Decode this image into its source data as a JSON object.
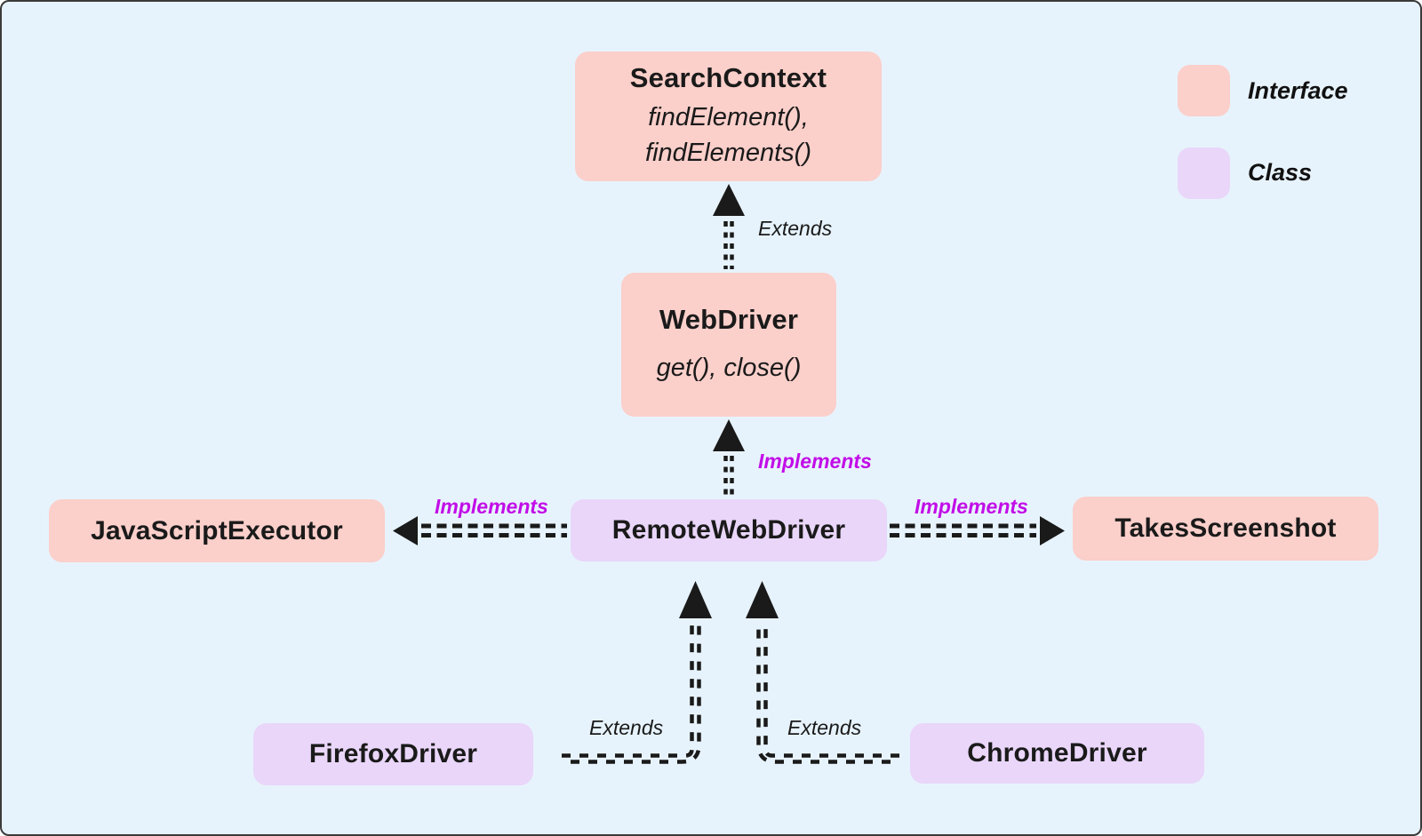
{
  "diagram": {
    "nodes": {
      "search_context": {
        "title": "SearchContext",
        "methods": [
          "findElement(),",
          "findElements()"
        ],
        "kind": "interface"
      },
      "web_driver": {
        "title": "WebDriver",
        "methods": [
          "get(), close()"
        ],
        "kind": "interface"
      },
      "javascript_executor": {
        "title": "JavaScriptExecutor",
        "kind": "interface"
      },
      "remote_web_driver": {
        "title": "RemoteWebDriver",
        "kind": "class"
      },
      "takes_screenshot": {
        "title": "TakesScreenshot",
        "kind": "interface"
      },
      "firefox_driver": {
        "title": "FirefoxDriver",
        "kind": "class"
      },
      "chrome_driver": {
        "title": "ChromeDriver",
        "kind": "class"
      }
    },
    "edge_labels": {
      "extends_top": "Extends",
      "implements_top": "Implements",
      "implements_left": "Implements",
      "implements_right": "Implements",
      "extends_firefox": "Extends",
      "extends_chrome": "Extends"
    }
  },
  "legend": {
    "interface_label": "Interface",
    "class_label": "Class"
  },
  "colors": {
    "background": "#e7f3fc",
    "interface_fill": "#fbcfca",
    "class_fill": "#e9d6f9",
    "implements_label": "#c20de8",
    "line": "#1a1a1a"
  }
}
